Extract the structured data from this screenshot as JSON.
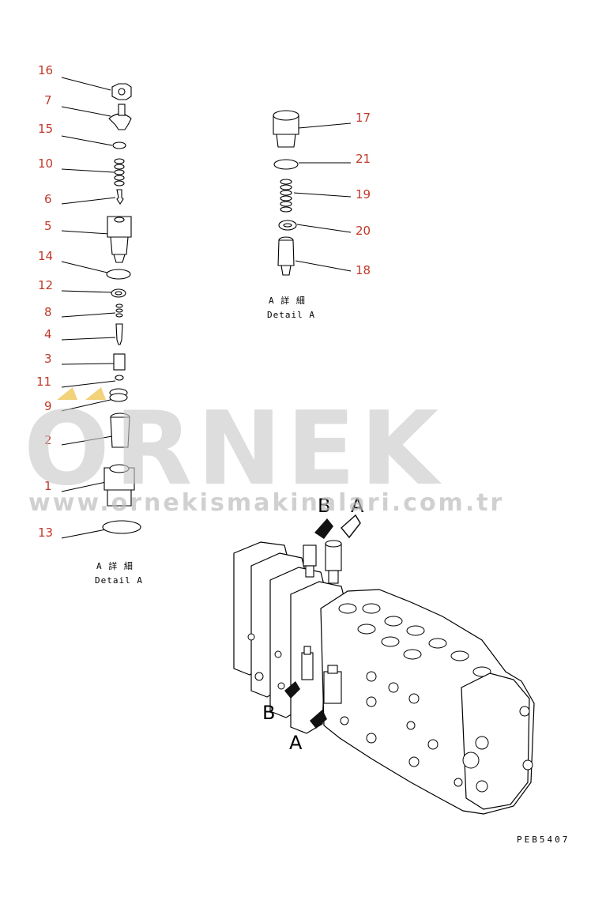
{
  "left_callouts": [
    {
      "label": "16"
    },
    {
      "label": "7"
    },
    {
      "label": "15"
    },
    {
      "label": "10"
    },
    {
      "label": "6"
    },
    {
      "label": "5"
    },
    {
      "label": "14"
    },
    {
      "label": "12"
    },
    {
      "label": "8"
    },
    {
      "label": "4"
    },
    {
      "label": "3"
    },
    {
      "label": "11"
    },
    {
      "label": "9"
    },
    {
      "label": "2"
    },
    {
      "label": "1"
    },
    {
      "label": "13"
    }
  ],
  "right_callouts": [
    {
      "label": "17"
    },
    {
      "label": "21"
    },
    {
      "label": "19"
    },
    {
      "label": "20"
    },
    {
      "label": "18"
    }
  ],
  "detail_left": {
    "jp": "A 詳 細",
    "en": "Detail A"
  },
  "detail_right": {
    "jp": "A 詳 細",
    "en": "Detail A"
  },
  "view_labels": {
    "top_b": "B",
    "top_a": "A",
    "mid_b": "B",
    "mid_a": "A"
  },
  "watermark": {
    "big": "ORNEK",
    "url": "www.ornekismakinalari.com.tr"
  },
  "drawing_code": "PEB5407",
  "colors": {
    "callout": "#c0392b",
    "line": "#000000",
    "watermark": "#c9c9c9",
    "accent": "#f2d27a"
  }
}
